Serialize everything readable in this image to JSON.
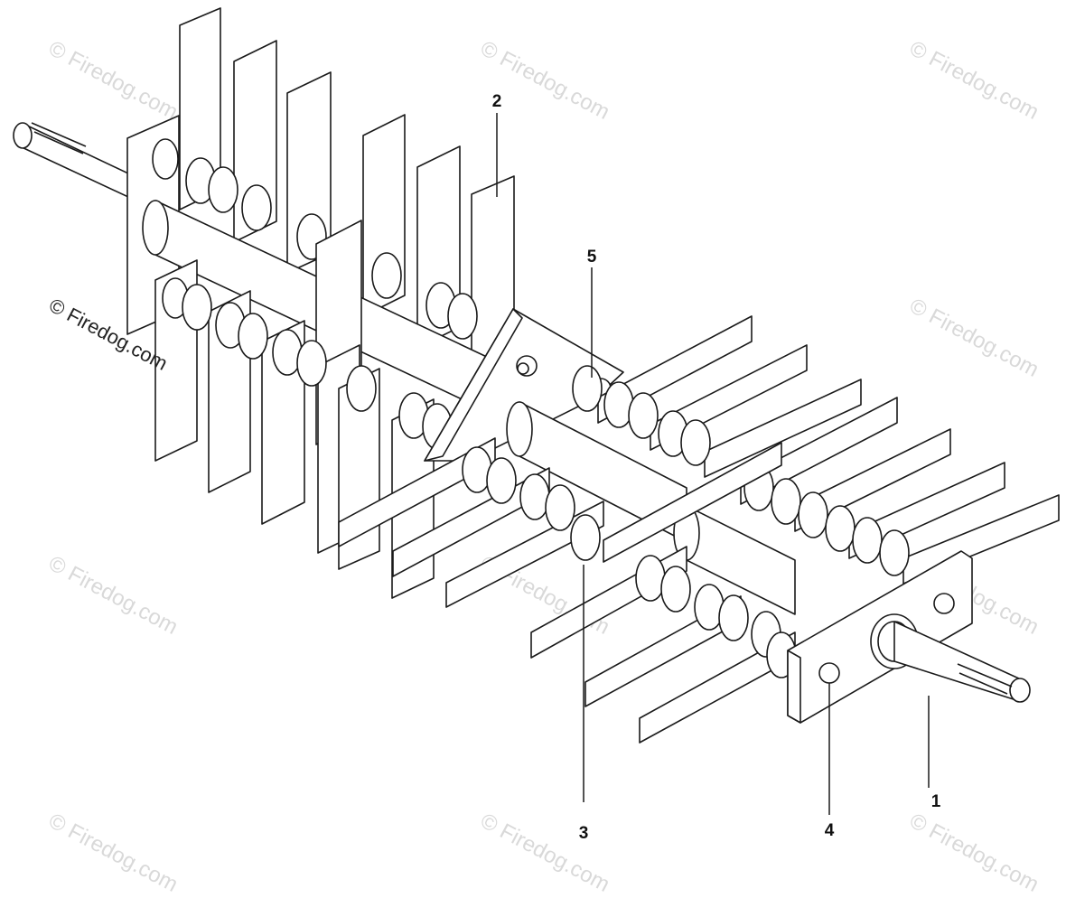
{
  "watermark": {
    "text": "© Firedog.com",
    "color": "#d9d9d9"
  },
  "callouts": [
    {
      "id": "1",
      "label": "1"
    },
    {
      "id": "2",
      "label": "2"
    },
    {
      "id": "3",
      "label": "3"
    },
    {
      "id": "4",
      "label": "4"
    },
    {
      "id": "5",
      "label": "5"
    }
  ],
  "style": {
    "line_color": "#1a1a1a",
    "fill_color": "#ffffff"
  }
}
